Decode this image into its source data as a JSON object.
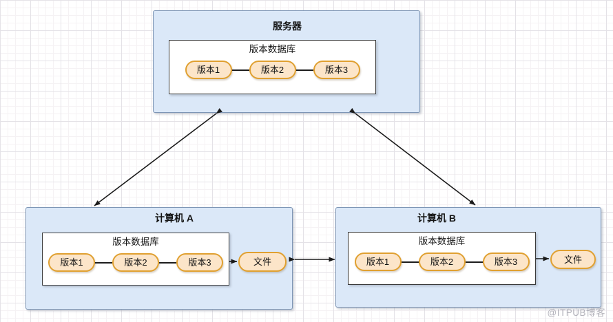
{
  "watermark": "@ITPUB博客",
  "nodes": {
    "server": {
      "title": "服务器",
      "db_label": "版本数据库",
      "versions": [
        "版本1",
        "版本2",
        "版本3"
      ]
    },
    "computer_a": {
      "title": "计算机 A",
      "db_label": "版本数据库",
      "versions": [
        "版本1",
        "版本2",
        "版本3"
      ],
      "file_label": "文件"
    },
    "computer_b": {
      "title": "计算机 B",
      "db_label": "版本数据库",
      "versions": [
        "版本1",
        "版本2",
        "版本3"
      ],
      "file_label": "文件"
    }
  },
  "colors": {
    "container_fill": "#dbe8f8",
    "container_stroke": "#7d95b5",
    "db_fill": "#ffffff",
    "db_stroke": "#3a3a3a",
    "pill_fill": "#fce5c9",
    "pill_stroke": "#e0a030",
    "arrow": "#1b1b1b"
  }
}
